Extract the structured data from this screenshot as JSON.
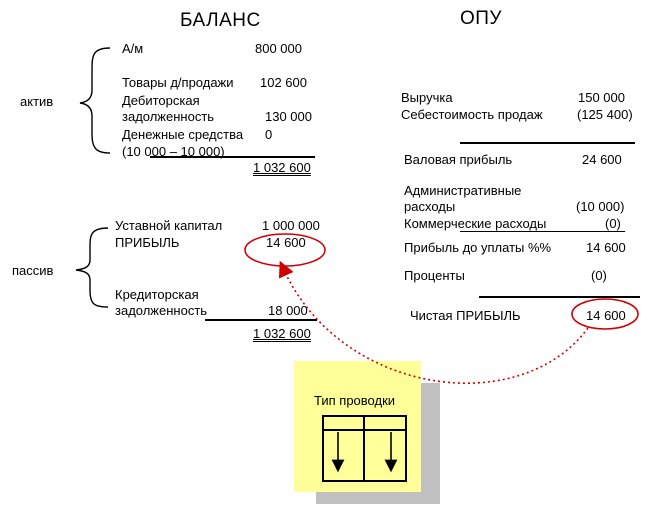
{
  "balance": {
    "title": "БАЛАНС",
    "assets_label": "актив",
    "liabilities_label": "пассив",
    "assets": [
      {
        "label": "А/м",
        "value": "800 000"
      },
      {
        "label": "Товары д/продажи",
        "value": "102 600"
      },
      {
        "label_line1": "Дебиторская",
        "label_line2": "задолженность",
        "value": "130 000"
      },
      {
        "label": "Денежные средства",
        "value": "0",
        "note": "(10 000 – 10 000)"
      }
    ],
    "assets_total": "1 032 600",
    "liabilities": [
      {
        "label": "Уставной капитал",
        "value": "1 000 000"
      },
      {
        "label": "ПРИБЫЛЬ",
        "value": "14 600"
      },
      {
        "label_line1": "Кредиторская",
        "label_line2": "задолженность",
        "value": "18 000"
      }
    ],
    "liabilities_total": "1 032 600"
  },
  "opu": {
    "title": "ОПУ",
    "rows": [
      {
        "label": "Выручка",
        "value": "150 000"
      },
      {
        "label": "Себестоимость продаж",
        "value": "(125 400)"
      },
      {
        "label": "Валовая прибыль",
        "value": "24 600"
      },
      {
        "label_line1": "Административные",
        "label_line2": "расходы",
        "value": "(10 000)"
      },
      {
        "label": "Коммерческие расходы",
        "value": "(0)"
      },
      {
        "label": "Прибыль до уплаты %%",
        "value": "14 600"
      },
      {
        "label": "Проценты",
        "value": "(0)"
      },
      {
        "label": "Чистая ПРИБЫЛЬ",
        "value": "14 600"
      }
    ]
  },
  "note": {
    "title": "Тип проводки"
  },
  "colors": {
    "highlight": "#d00000",
    "note_bg": "#ffff99",
    "note_shadow": "#c0c0c0"
  }
}
